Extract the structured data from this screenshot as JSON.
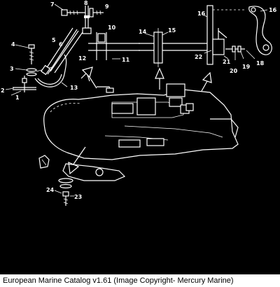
{
  "callouts": [
    "1",
    "2",
    "3",
    "4",
    "5",
    "6",
    "7",
    "8",
    "9",
    "10",
    "11",
    "12",
    "13",
    "14",
    "15",
    "16",
    "16",
    "18",
    "19",
    "20",
    "21",
    "22",
    "23",
    "24"
  ],
  "footer": {
    "text": "European Marine Catalog v1.61 (Image Copyright- Mercury Marine)"
  }
}
